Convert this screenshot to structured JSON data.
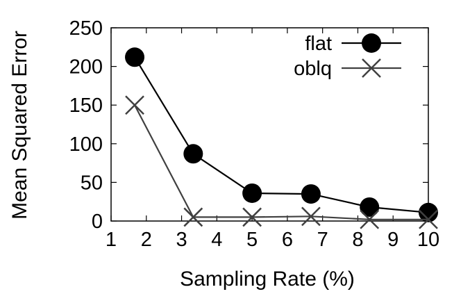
{
  "chart_data": {
    "type": "line",
    "xlabel": "Sampling Rate (%)",
    "ylabel": "Mean Squared Error",
    "xlim": [
      1,
      10
    ],
    "ylim": [
      0,
      250
    ],
    "xticks": [
      "1",
      "2",
      "3",
      "4",
      "5",
      "6",
      "7",
      "8",
      "9",
      "10"
    ],
    "yticks": [
      "0",
      "50",
      "100",
      "150",
      "200",
      "250"
    ],
    "grid": false,
    "legend_position": "top-right",
    "series": [
      {
        "name": "flat",
        "marker": "filled-circle",
        "color": "#000000",
        "x": [
          1.67,
          3.33,
          5.0,
          6.67,
          8.33,
          10.0
        ],
        "y": [
          212,
          87,
          36,
          35,
          18,
          11
        ]
      },
      {
        "name": "oblq",
        "marker": "x-cross",
        "color": "#404040",
        "x": [
          1.67,
          3.33,
          5.0,
          6.67,
          8.33,
          10.0
        ],
        "y": [
          150,
          5,
          5,
          6,
          2,
          2
        ]
      }
    ]
  }
}
